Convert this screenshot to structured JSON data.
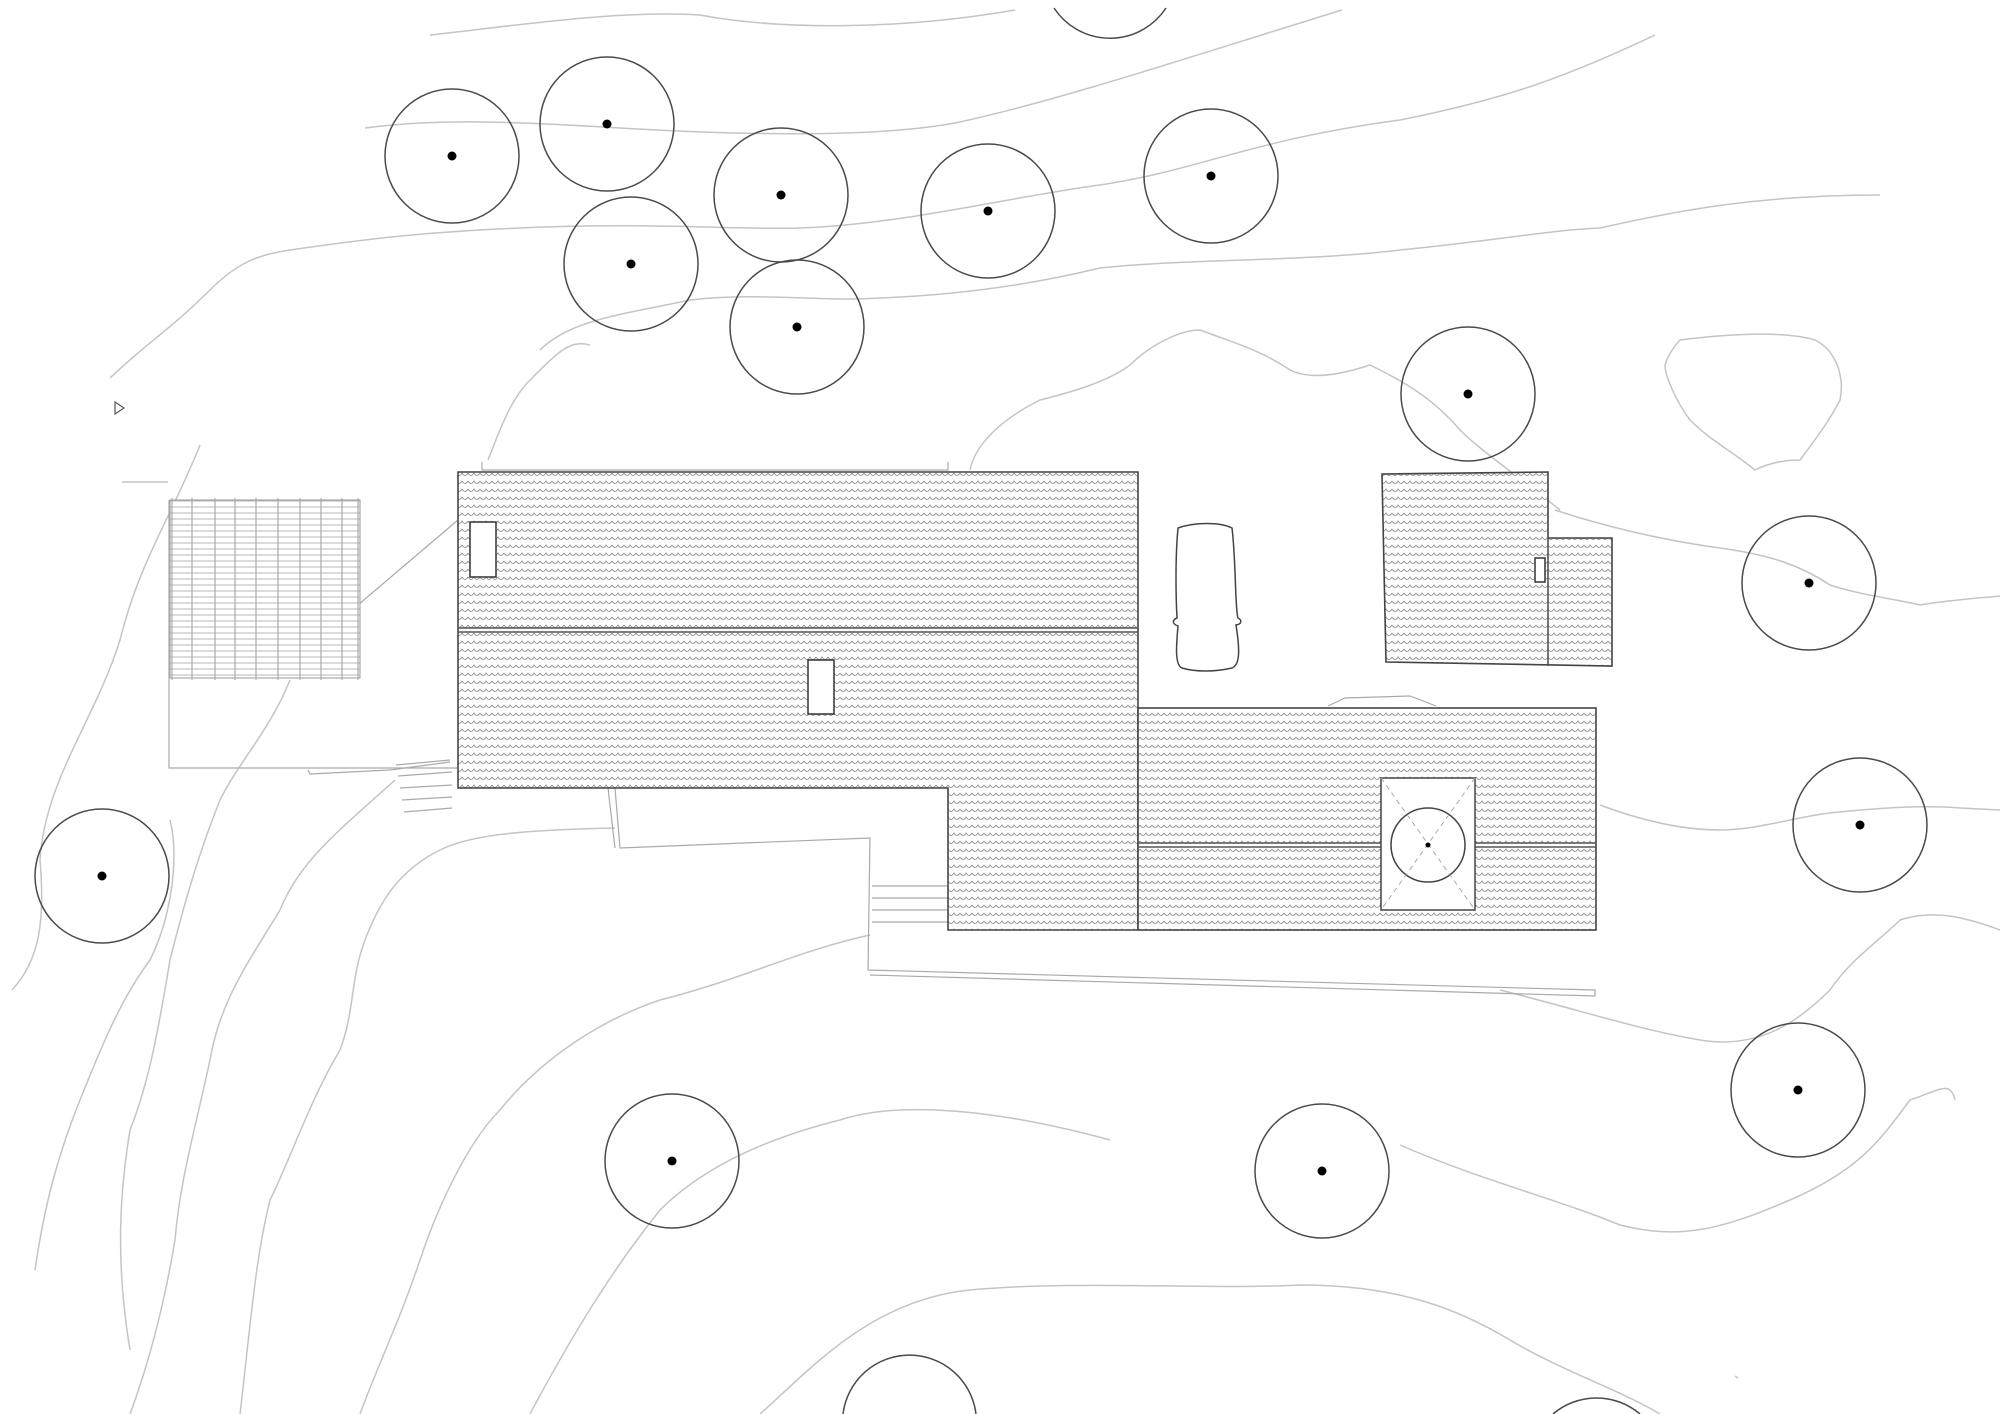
{
  "drawing": {
    "type": "site-plan",
    "background": "#ffffff",
    "line_color": "#555555",
    "contour_color": "#c4c4c4",
    "trunk_color": "#000000"
  },
  "elements": {
    "contours": "contour-line",
    "trees": "tree-canopy",
    "main_house": "tiled-roof",
    "annex": "tiled-roof",
    "outbuilding": "tiled-roof",
    "pergola": "timber-pergola",
    "car": "parked-car",
    "courtyard": "round-planter",
    "steps": "stairs",
    "marker": "north-triangle-icon"
  }
}
